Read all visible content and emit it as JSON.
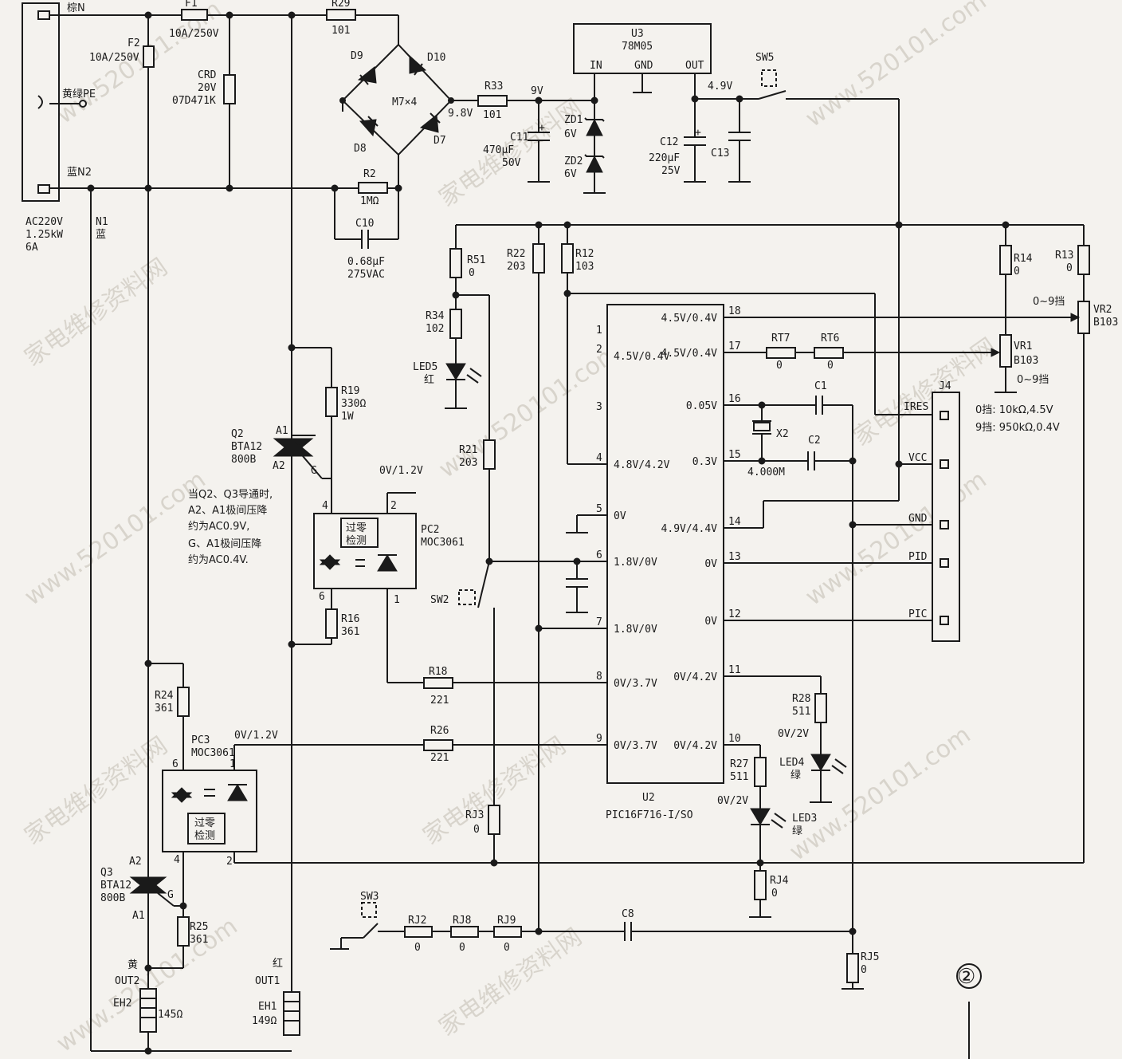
{
  "labels": {
    "brown_n": "棕N",
    "f1": "F1",
    "f1_val": "10A/250V",
    "r29": "R29",
    "r29_val": "101",
    "u3": "U3",
    "u3_val": "78M05",
    "u3_in": "IN",
    "u3_gnd": "GND",
    "u3_out": "OUT",
    "sw5": "SW5",
    "f2": "F2",
    "f2_val": "10A/250V",
    "crd": "CRD",
    "crd_v1": "20V",
    "crd_v2": "07D471K",
    "pe": "黄绿PE",
    "d9": "D9",
    "d10": "D10",
    "m7": "M7×4",
    "r33": "R33",
    "r33_val": "101",
    "v9": "9V",
    "v98": "9.8V",
    "v49": "4.9V",
    "d8": "D8",
    "d7": "D7",
    "c11": "C11",
    "c11_v1": "470μF",
    "c11_v2": "50V",
    "zd1": "ZD1",
    "zd1_val": "6V",
    "zd2": "ZD2",
    "zd2_val": "6V",
    "c12": "C12",
    "c12_v1": "220μF",
    "c12_v2": "25V",
    "c13": "C13",
    "blue_n2": "蓝N2",
    "r2": "R2",
    "r2_val": "1MΩ",
    "c10": "C10",
    "c10_v1": "0.68μF",
    "c10_v2": "275VAC",
    "ac1": "AC220V",
    "ac2": "1.25kW",
    "ac3": "6A",
    "n1": "N1",
    "n1_b": "蓝",
    "r51": "R51",
    "r51_val": "0",
    "r22": "R22",
    "r22_val": "203",
    "r12": "R12",
    "r12_val": "103",
    "r14": "R14",
    "r14_val": "0",
    "r13": "R13",
    "r13_val": "0",
    "vr2_rng": "0~9挡",
    "vr2": "VR2",
    "vr2_val": "B103",
    "vr1": "VR1",
    "vr1_val": "B103",
    "vr1_rng": "0~9挡",
    "r34": "R34",
    "r34_val": "102",
    "led5": "LED5",
    "led5_c": "红",
    "rt7": "RT7",
    "rt7_val": "0",
    "rt6": "RT6",
    "rt6_val": "0",
    "c1": "C1",
    "c2": "C2",
    "x2": "X2",
    "x2_val": "4.000M",
    "j4": "J4",
    "ires": "IRES",
    "vcc": "VCC",
    "gnd": "GND",
    "pid": "PID",
    "pic": "PIC",
    "gear0": "0挡: 10kΩ,4.5V",
    "gear9": "9挡: 950kΩ,0.4V",
    "r19": "R19",
    "r19_v1": "330Ω",
    "r19_v2": "1W",
    "q2": "Q2",
    "q2_v1": "BTA12",
    "q2_v2": "800B",
    "a1": "A1",
    "a2": "A2",
    "g": "G",
    "r21": "R21",
    "r21_val": "203",
    "pc2_v": "0V/1.2V",
    "pc2": "PC2",
    "pc2_val": "MOC3061",
    "zc1": "过零",
    "zc2": "检测",
    "note1": "当Q2、Q3导通时,",
    "note2": "A2、A1极间压降",
    "note3": "约为AC0.9V,",
    "note4": "G、A1极间压降",
    "note5": "约为AC0.4V.",
    "sw2": "SW2",
    "r16": "R16",
    "r16_val": "361",
    "r18": "R18",
    "r18_val": "221",
    "r24": "R24",
    "r24_val": "361",
    "pc3": "PC3",
    "pc3_val": "MOC3061",
    "pc3_v": "0V/1.2V",
    "r26": "R26",
    "r26_val": "221",
    "r28": "R28",
    "r28_val": "511",
    "r27": "R27",
    "r27_val": "511",
    "led4_v": "0V/2V",
    "led4": "LED4",
    "led4_c": "绿",
    "led3_v": "0V/2V",
    "led3": "LED3",
    "led3_c": "绿",
    "u2": "U2",
    "u2_val": "PIC16F716-I/SO",
    "rj3": "RJ3",
    "rj3_val": "0",
    "rj4": "RJ4",
    "rj4_val": "0",
    "q3": "Q3",
    "q3_v1": "BTA12",
    "q3_v2": "800B",
    "r25": "R25",
    "r25_val": "361",
    "sw3": "SW3",
    "rj2": "RJ2",
    "rj2_val": "0",
    "rj8": "RJ8",
    "rj8_val": "0",
    "rj9": "RJ9",
    "rj9_val": "0",
    "c8": "C8",
    "rj5": "RJ5",
    "rj5_val": "0",
    "yellow": "黄",
    "out2": "OUT2",
    "eh2": "EH2",
    "eh2_val": "145Ω",
    "red": "红",
    "out1": "OUT1",
    "eh1": "EH1",
    "eh1_val": "149Ω",
    "page_mark": "②",
    "pc2_p4": "4",
    "pc2_p2": "2",
    "pc2_p6": "6",
    "pc2_p1": "1",
    "pc3_p6": "6",
    "pc3_p1": "1",
    "pc3_p4": "4",
    "pc3_p2": "2"
  },
  "u2_pins": [
    {
      "num": "1",
      "label": ""
    },
    {
      "num": "2",
      "label": "4.5V/0.4V"
    },
    {
      "num": "3",
      "label": ""
    },
    {
      "num": "4",
      "label": "4.8V/4.2V"
    },
    {
      "num": "5",
      "label": "0V"
    },
    {
      "num": "6",
      "label": "1.8V/0V"
    },
    {
      "num": "7",
      "label": "1.8V/0V"
    },
    {
      "num": "8",
      "label": "0V/3.7V"
    },
    {
      "num": "9",
      "label": "0V/3.7V"
    },
    {
      "num": "18",
      "label": "4.5V/0.4V"
    },
    {
      "num": "17",
      "label": "4.5V/0.4V"
    },
    {
      "num": "16",
      "label": "0.05V"
    },
    {
      "num": "15",
      "label": "0.3V"
    },
    {
      "num": "14",
      "label": "4.9V/4.4V"
    },
    {
      "num": "13",
      "label": "0V"
    },
    {
      "num": "12",
      "label": "0V"
    },
    {
      "num": "11",
      "label": "0V/4.2V"
    },
    {
      "num": "10",
      "label": "0V/4.2V"
    }
  ],
  "watermarks": [
    "家电维修资料网",
    "www.520101.com"
  ]
}
